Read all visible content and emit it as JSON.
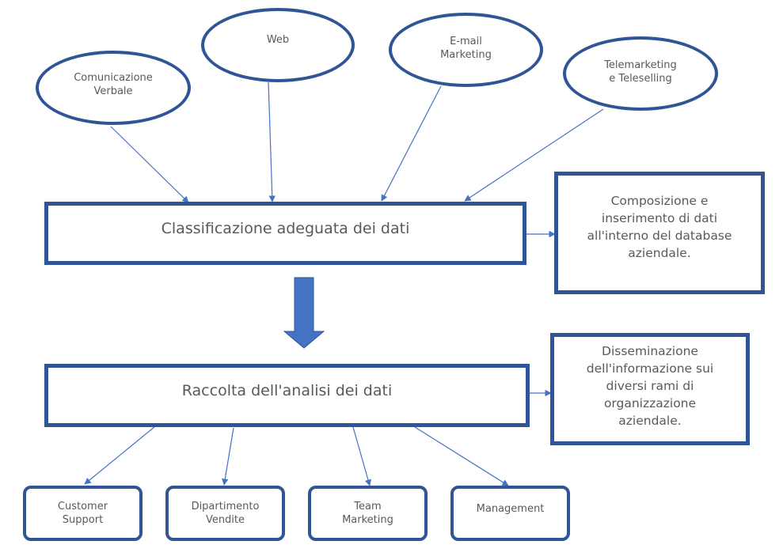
{
  "colors": {
    "border": "#2f5597",
    "arrow": "#4472c4",
    "text": "#595959"
  },
  "sources": [
    {
      "label": "Comunicazione\nVerbale"
    },
    {
      "label": "Web"
    },
    {
      "label": "E-mail\nMarketing"
    },
    {
      "label": "Telemarketing\ne Teleselling"
    }
  ],
  "classification": {
    "label": "Classificazione adeguata dei dati"
  },
  "database": {
    "label": "Composizione e\ninserimento di dati\nall'interno del database\naziendale."
  },
  "analysis": {
    "label": "Raccolta dell'analisi dei dati"
  },
  "dissemination": {
    "label": "Disseminazione\ndell'informazione sui\ndiversi rami di\norganizzazione\naziendale."
  },
  "targets": [
    {
      "label": "Customer\nSupport"
    },
    {
      "label": "Dipartimento\nVendite"
    },
    {
      "label": "Team\nMarketing"
    },
    {
      "label": "Management"
    }
  ]
}
